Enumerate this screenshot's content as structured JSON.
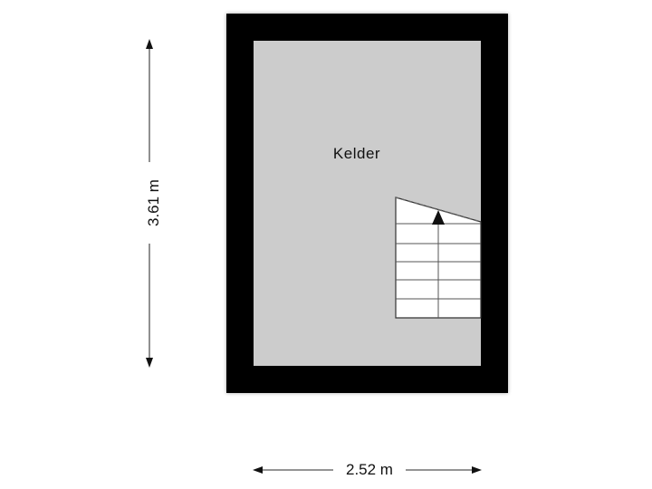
{
  "floorplan": {
    "rooms": [
      {
        "name": "Kelder"
      }
    ],
    "dimensions": {
      "width": "2.52 m",
      "height": "3.61 m"
    },
    "stairs": {
      "direction": "up",
      "steps_visible": 6
    },
    "colors": {
      "wall": "#000000",
      "floor": "#cccccc",
      "stairs": "#ffffff",
      "dimension_line": "#555555"
    }
  }
}
